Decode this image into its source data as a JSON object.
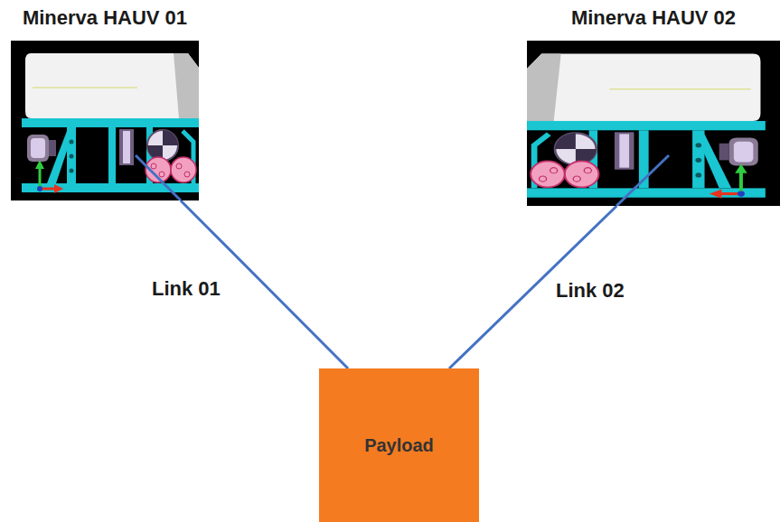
{
  "diagram": {
    "nodes": [
      {
        "text": [
          "Minerva HAUV 01"
        ]
      },
      {
        "text": [
          "Minerva HAUV 02"
        ]
      },
      {
        "text": [
          "Payload"
        ]
      }
    ],
    "edges": [
      {
        "from": 0,
        "to": 2,
        "arrow": "none",
        "label": "Link 01"
      },
      {
        "from": 1,
        "to": 2,
        "arrow": "none",
        "label": "Link 02"
      }
    ]
  }
}
